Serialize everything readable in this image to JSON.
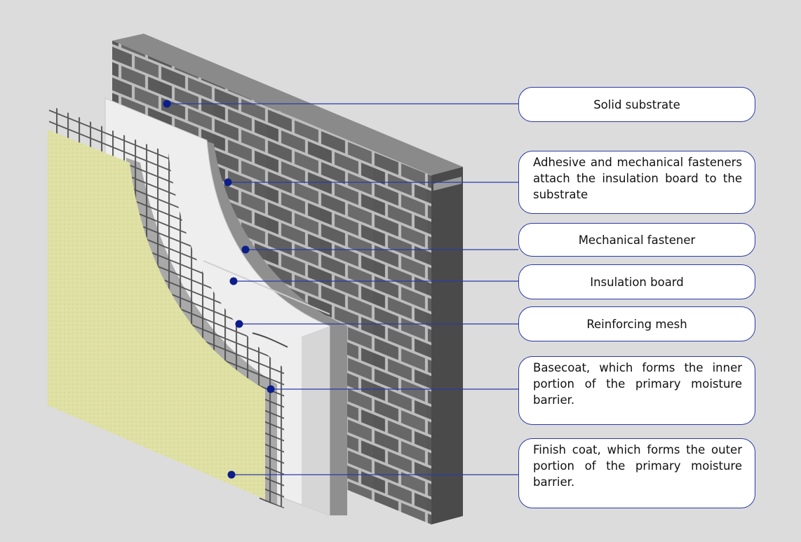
{
  "diagram": {
    "labels": [
      {
        "id": "solid-substrate",
        "text": "Solid substrate"
      },
      {
        "id": "adhesive-fasteners",
        "text": "Adhesive and mechanical fasteners attach the insulation board to the substrate"
      },
      {
        "id": "mechanical-fastener",
        "text": "Mechanical fastener"
      },
      {
        "id": "insulation-board",
        "text": "Insulation board"
      },
      {
        "id": "reinforcing-mesh",
        "text": "Reinforcing mesh"
      },
      {
        "id": "basecoat",
        "text": "Basecoat, which forms the inner portion of the primary moisture barrier."
      },
      {
        "id": "finish-coat",
        "text": "Finish coat, which forms the outer portion of the primary moisture barrier."
      }
    ],
    "colors": {
      "background": "#dcdcdc",
      "brick": "#5c5c5c",
      "mortar": "#bdbdbd",
      "insulation": "#eeeeee",
      "basecoat": "#a9a9a9",
      "finish": "#dfe0a3",
      "leader": "#2b3aa8",
      "marker": "#0d1d8a"
    }
  }
}
